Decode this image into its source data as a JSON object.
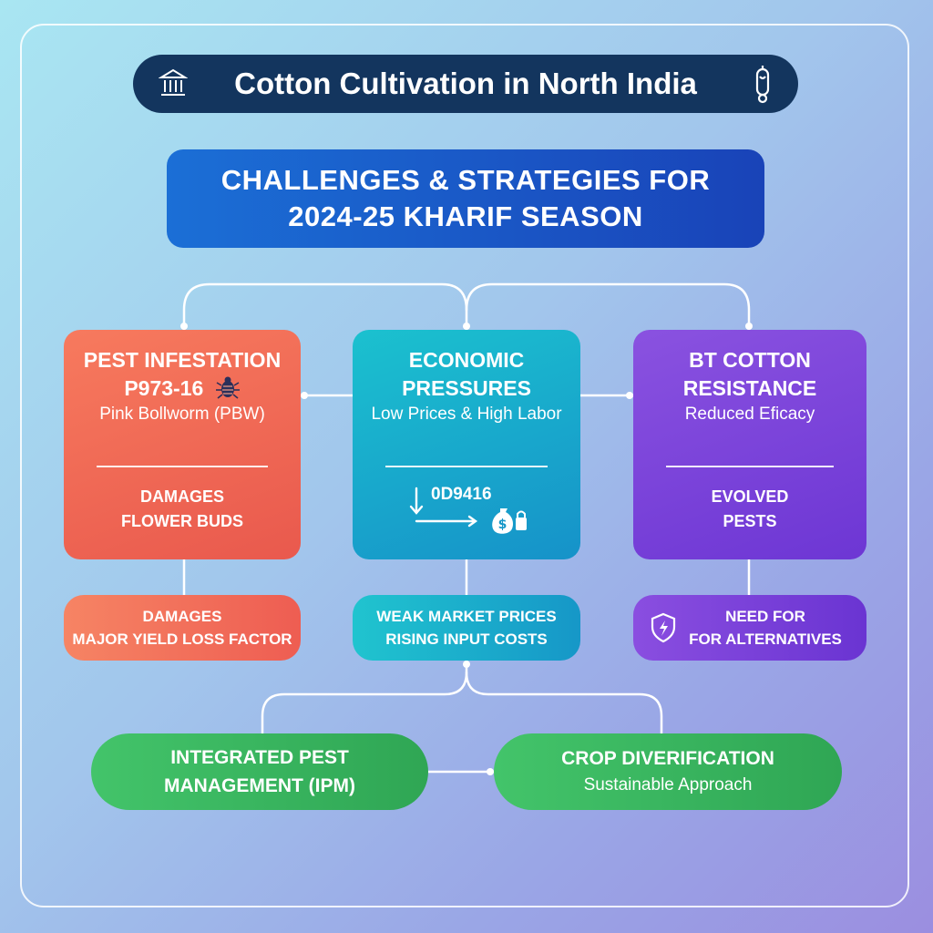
{
  "header": {
    "title": "Cotton Cultivation in North India",
    "left_icon": "bank-icon",
    "right_icon": "tag-icon"
  },
  "subtitle": {
    "line1": "CHALLENGES & STRATEGIES FOR",
    "line2": "2024-25 KHARIF SEASON"
  },
  "cards": {
    "pest": {
      "title_line1": "PEST INFESTATION",
      "title_line2": "P973-16",
      "subtitle": "Pink Bollworm (PBW)",
      "detail_line1": "DAMAGES",
      "detail_line2": "FLOWER BUDS",
      "icon": "bug-icon",
      "color": "#ef6a55"
    },
    "economic": {
      "title_line1": "ECONOMIC",
      "title_line2": "PRESSURES",
      "subtitle": "Low Prices & High Labor",
      "code": "0D9416",
      "icon": "money-bag-icon",
      "color": "#18a9cc"
    },
    "bt": {
      "title_line1": "BT COTTON",
      "title_line2": "RESISTANCE",
      "subtitle": "Reduced Eficacy",
      "detail_line1": "EVOLVED",
      "detail_line2": "PESTS",
      "color": "#7b44da"
    }
  },
  "pills": {
    "pest": {
      "line1": "DAMAGES",
      "line2": "MAJOR YIELD LOSS FACTOR"
    },
    "economic": {
      "line1": "WEAK MARKET PRICES",
      "line2": "RISING INPUT COSTS"
    },
    "bt": {
      "line1": "NEED FOR",
      "line2": "FOR ALTERNATIVES",
      "icon": "shield-icon"
    }
  },
  "strategies": {
    "ipm": {
      "line1": "INTEGRATED PEST",
      "line2": "MANAGEMENT (IPM)"
    },
    "diversification": {
      "title": "CROP DIVERIFICATION",
      "subtitle": "Sustainable Approach"
    },
    "color": "#3bb862"
  }
}
